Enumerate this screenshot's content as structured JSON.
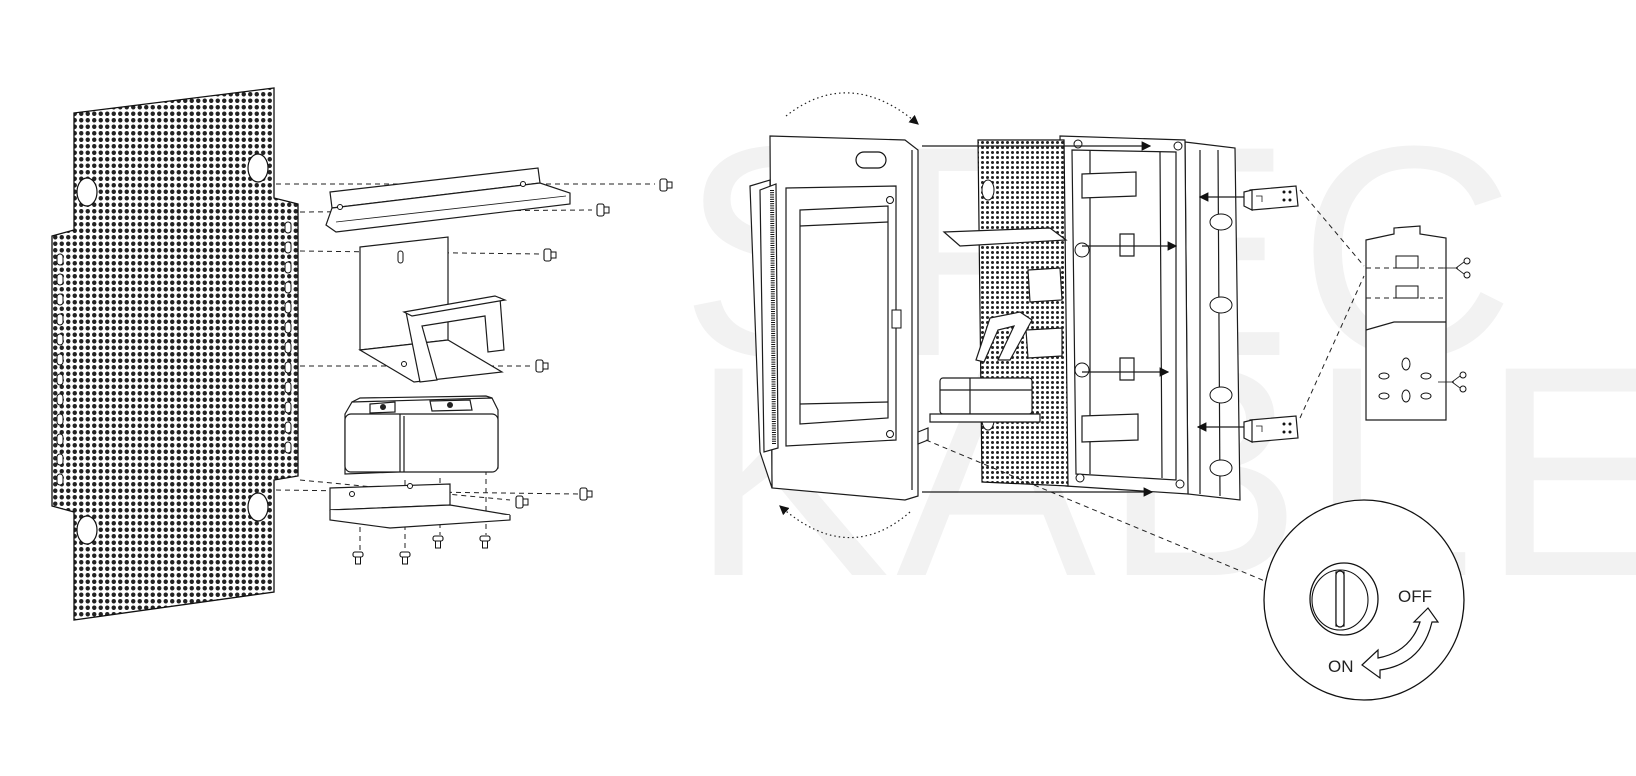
{
  "watermark": {
    "line1": "SPEC",
    "line2": "KABLE"
  },
  "labels": {
    "off": "OFF",
    "on": "ON"
  },
  "icons": [
    "perforated-mounting-plate",
    "din-rail",
    "mounting-bracket",
    "socket-module",
    "base-bracket",
    "screw-icon",
    "enclosure-door",
    "enclosure-box",
    "clip-icon",
    "lock-detail",
    "rotate-arrow-icon",
    "scissors-icon"
  ]
}
